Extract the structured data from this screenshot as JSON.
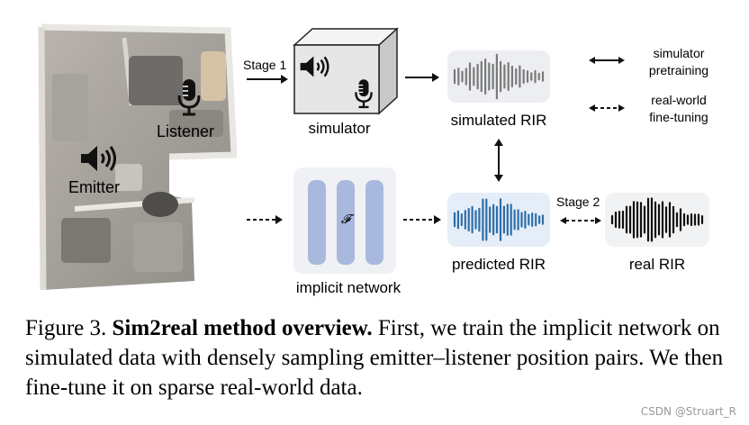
{
  "room": {
    "listener_label": "Listener",
    "emitter_label": "Emitter"
  },
  "pipeline": {
    "stage1_label": "Stage 1",
    "simulator_label": "simulator",
    "simulated_rir_label": "simulated RIR",
    "implicit_network_label": "implicit network",
    "network_symbol": "𝓕",
    "predicted_rir_label": "predicted RIR",
    "stage2_label": "Stage 2",
    "real_rir_label": "real RIR"
  },
  "legend": {
    "solid_line1": "simulator",
    "solid_line2": "pretraining",
    "dashed_line1": "real-world",
    "dashed_line2": "fine-tuning"
  },
  "caption": {
    "prefix": "Figure 3.",
    "bold": "Sim2real method overview.",
    "body": "First, we train the implicit network on simulated data with densely sampling emitter–listener position pairs. We then fine-tune it on sparse real-world data."
  },
  "watermark": "CSDN @Struart_R",
  "colors": {
    "simulated_wave": "#7a7a7a",
    "predicted_wave": "#2f6ea8",
    "real_wave": "#111111",
    "network_block": "#a9b9de"
  }
}
